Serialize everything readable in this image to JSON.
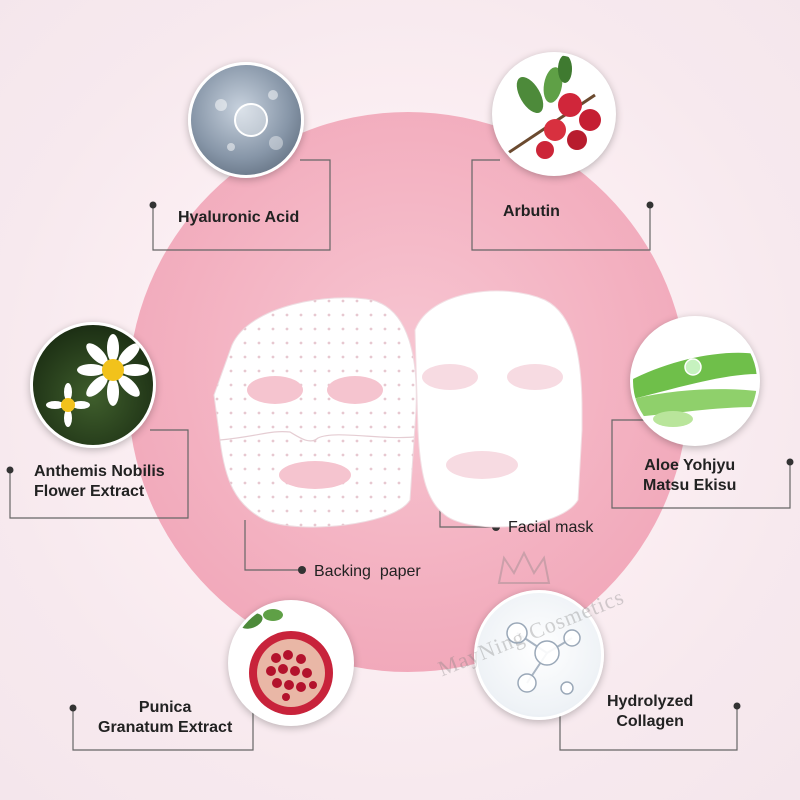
{
  "ingredients": [
    {
      "id": "hyaluronic",
      "label": "Hyaluronic Acid",
      "icon": "water-droplet-icon"
    },
    {
      "id": "arbutin",
      "label": "Arbutin",
      "icon": "red-berries-icon"
    },
    {
      "id": "anthemis",
      "label_line1": "Anthemis Nobilis",
      "label_line2": "Flower Extract",
      "icon": "chamomile-flower-icon"
    },
    {
      "id": "aloe",
      "label_line1": "Aloe Yohjyu",
      "label_line2": "Matsu Ekisu",
      "icon": "aloe-vera-icon"
    },
    {
      "id": "punica",
      "label_line1": "Punica",
      "label_line2": "Granatum Extract",
      "icon": "pomegranate-icon"
    },
    {
      "id": "collagen",
      "label_line1": "Hydrolyzed",
      "label_line2": "Collagen",
      "icon": "collagen-bubbles-icon"
    }
  ],
  "mask_parts": {
    "facial_mask": "Facial mask",
    "backing_paper": "Backing  paper"
  },
  "watermark": "MayNing Cosmetics",
  "colors": {
    "pink_circle": "#f3b0c0",
    "background": "#fbeef2",
    "line": "#555555"
  }
}
